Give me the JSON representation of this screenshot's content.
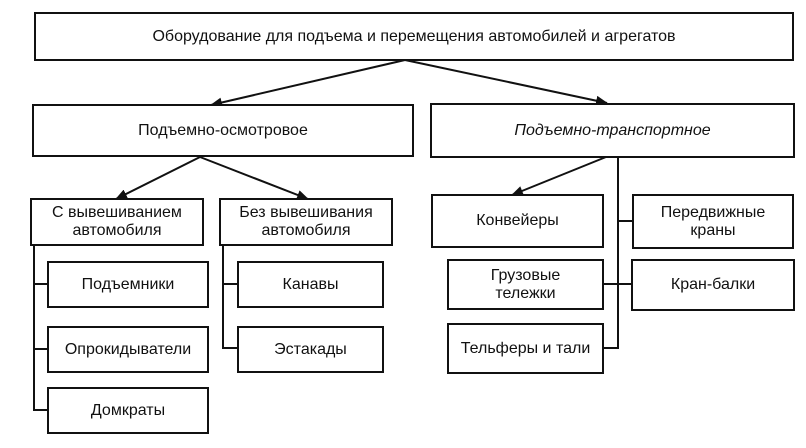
{
  "root": {
    "label": "Оборудование для подъема и перемещения автомобилей и агрегатов"
  },
  "branches": {
    "inspection": {
      "label": "Подъемно-осмотровое"
    },
    "transport": {
      "label": "Подъемно-транспортное"
    }
  },
  "inspection": {
    "with_lift": {
      "label": "С вывешиванием\nавтомобиля",
      "items": [
        "Подъемники",
        "Опрокидыватели",
        "Домкраты"
      ]
    },
    "without_lift": {
      "label": "Без вывешивания\nавтомобиля",
      "items": [
        "Канавы",
        "Эстакады"
      ]
    }
  },
  "transport": {
    "left": [
      "Конвейеры",
      "Грузовые\nтележки",
      "Тельферы и тали"
    ],
    "right": [
      "Передвижные\nкраны",
      "Кран-балки"
    ]
  }
}
